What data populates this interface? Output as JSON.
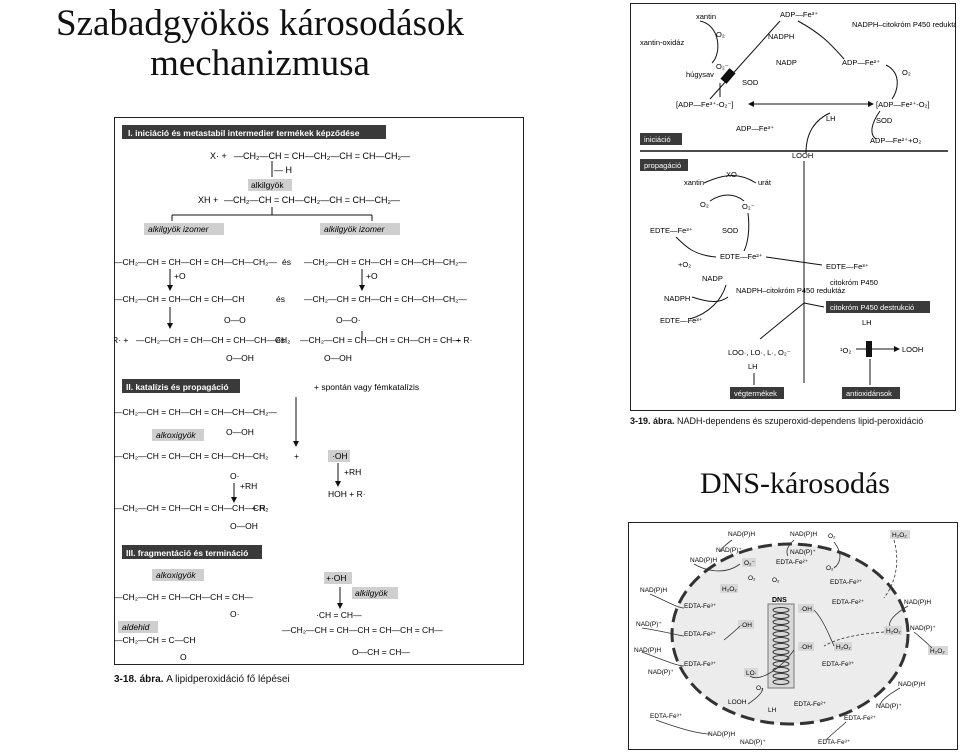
{
  "title_main_line1": "Szabadgyökös károsodások",
  "title_main_line2": "mechanizmusa",
  "title_dns": "DNS-károsodás",
  "fig18": {
    "caption_num": "3-18. ábra.",
    "caption_text": "A lipidperoxidáció fő lépései",
    "section1": "I. iniciáció és metastabil intermedier termékek képződése",
    "section2": "II. katalízis és propagáció",
    "section3": "III. fragmentáció és termináció",
    "label_alkilgyok": "alkilgyök",
    "label_izomer": "alkilgyök izomer",
    "label_alkoxigyok": "alkoxigyök",
    "label_aldehid": "aldehid",
    "label_spontan": "+ spontán vagy fémkatalízis",
    "chem_x": "X· +",
    "chem_h": "— H",
    "chem_xh": "XH +",
    "chem_es": "és",
    "chem_o2": "+O",
    "chem_oh": "·OH",
    "chem_rh": "+RH",
    "chem_hoh": "HOH + R·",
    "chem_plus": "+",
    "chem_plus_oh": "+·OH",
    "chain_1": "—CH₂—CH = CH—CH₂—CH = CH—CH₂—",
    "chain_2": "—CH₂—CH = CH—CH = CH—CH₂—",
    "chain_3": "—CH₂—CH = CH—CH = CH—CH",
    "chain_4": "—CH₂—CH = CH—CH = CH—CH—CH₂—",
    "chain_5": "—CH₂—CH = CH—CH = CH—CH—CH₂",
    "chain_6": "—CH₂—CH = CH—CH₂—CH",
    "chain_7": "—CH₂—CH = CH—CH—CH = CH—",
    "chain_8": "—CH₂—CH = C—CH",
    "chain_9": "—CH₂—CH = CH—CH = CH—CH = CH—",
    "chem_rdot": "R· +",
    "chem_plus_r": "+ R·",
    "chem_ooh": "O—OH",
    "chem_oo": "O—O",
    "chem_oo_dot": "O—O·",
    "chem_odot": "O·",
    "chem_o": "O",
    "chem_ch_dot": "·CH = CH—",
    "chem_och": "O—CH = CH—"
  },
  "fig19": {
    "caption_num": "3-19. ábra.",
    "caption_text": "NADH-dependens és szuperoxid-dependens lipid-peroxidáció",
    "tag_iniciacio": "iniciáció",
    "tag_propagacio": "propagáció",
    "tag_citokrom": "citokróm P450 destrukció",
    "tag_vegtermekek": "végtermékek",
    "tag_antioxidansok": "antioxidánsok",
    "t_xantin": "xantin",
    "t_xantin_oxidaz": "xantin-oxidáz",
    "t_hugysav": "húgysav",
    "t_sod": "SOD",
    "t_o2": "O₂",
    "t_o2m": "O₂⁻",
    "t_adp_fe3": "ADP—Fe³⁺",
    "t_nadph": "NADPH",
    "t_nadp": "NADP",
    "t_nadph_cit": "NADPH–citokróm P450 reduktáz",
    "t_adp_fe2": "ADP—Fe²⁺",
    "t_adp_fe3o2": "[ADP—Fe³⁺-O₂⁻]",
    "t_adp_fe2o2": "[ADP—Fe²⁺-O₂]",
    "t_lh": "LH",
    "t_adp_fe2o2b": "ADP—Fe²⁺+O₂",
    "t_looh": "LOOH",
    "t_xo": "XO",
    "t_urat": "urát",
    "t_edte_fe3": "EDTE—Fe³⁺",
    "t_edte_fe2": "EDTE—Fe²⁺",
    "t_plus_o2": "+O₂",
    "t_citokrom_p450": "citokróm P450",
    "t_products": "LOO·, LO·, L·, O₂⁻",
    "t_1o2": "¹O₂",
    "t_looh2": "LOOH"
  },
  "fig_dns": {
    "t_dns": "DNS",
    "t_nadph": "NAD(P)H",
    "t_nadp": "NAD(P)⁺",
    "t_o2": "O₂",
    "t_o2m": "O₂⁻",
    "t_h2o2": "H₂O₂",
    "t_oh": "·OH",
    "t_edta_fe2": "EDTA-Fe²⁺",
    "t_edta_fe3": "EDTA-Fe³⁺",
    "t_looh": "LOOH",
    "t_lo": "LO·",
    "t_lh": "LH"
  }
}
